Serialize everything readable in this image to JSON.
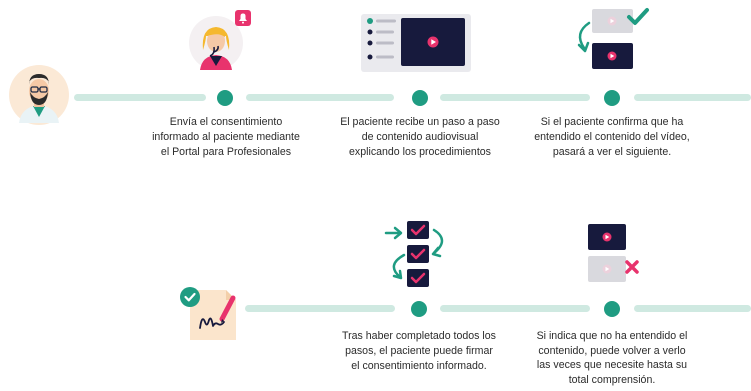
{
  "steps": [
    {
      "id": "send-consent",
      "icon": "doctor-avatar",
      "caption_lines": [
        "Envía el consentimiento",
        "informado al paciente mediante",
        "el Portal para Profesionales"
      ]
    },
    {
      "id": "patient-receives",
      "icon": "patient-notification-icon",
      "caption_lines": [
        "El paciente recibe un paso a paso",
        "de contenido audiovisual",
        "explicando los procedimientos"
      ]
    },
    {
      "id": "patient-confirms",
      "icon": "video-playlist-icon",
      "caption_lines": [
        "Si el paciente confirma que ha",
        "entendido el contenido del vídeo,",
        "pasará a ver el siguiente."
      ]
    },
    {
      "id": "patient-signs",
      "icon": "checklist-icon",
      "caption_lines": [
        "Tras haber completado todos los",
        "pasos, el paciente puede firmar",
        "el consentimiento informado."
      ]
    },
    {
      "id": "patient-rewatches",
      "icon": "video-rejected-icon",
      "caption_lines": [
        "Si indica que no ha entendido el",
        "contenido, puede volver a verlo",
        "las veces que necesite hasta su",
        "total comprensión."
      ]
    }
  ],
  "colors": {
    "track": "#cfe9e1",
    "node": "#1f9c82",
    "accent_pink": "#e8336d",
    "navy": "#171a3d",
    "grey_card": "#d9d9de"
  }
}
